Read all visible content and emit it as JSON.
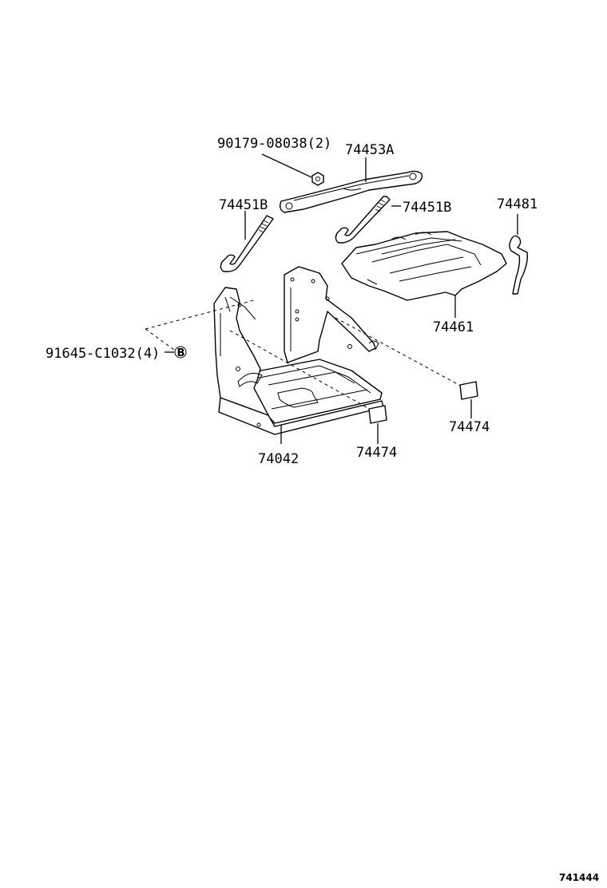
{
  "parts": [
    {
      "key": "nut",
      "number": "90179-08038(2)"
    },
    {
      "key": "clamp",
      "number": "74453A"
    },
    {
      "key": "rod_left",
      "number": "74451B"
    },
    {
      "key": "rod_right",
      "number": "74451B"
    },
    {
      "key": "grommet",
      "number": "74481"
    },
    {
      "key": "insulator",
      "number": "74461"
    },
    {
      "key": "bolt",
      "number": "91645-C1032(4)"
    },
    {
      "key": "tray",
      "number": "74042"
    },
    {
      "key": "pad_left",
      "number": "74474"
    },
    {
      "key": "pad_right",
      "number": "74474"
    }
  ],
  "bolt_ref_marker": "B",
  "figure_id": "741444"
}
